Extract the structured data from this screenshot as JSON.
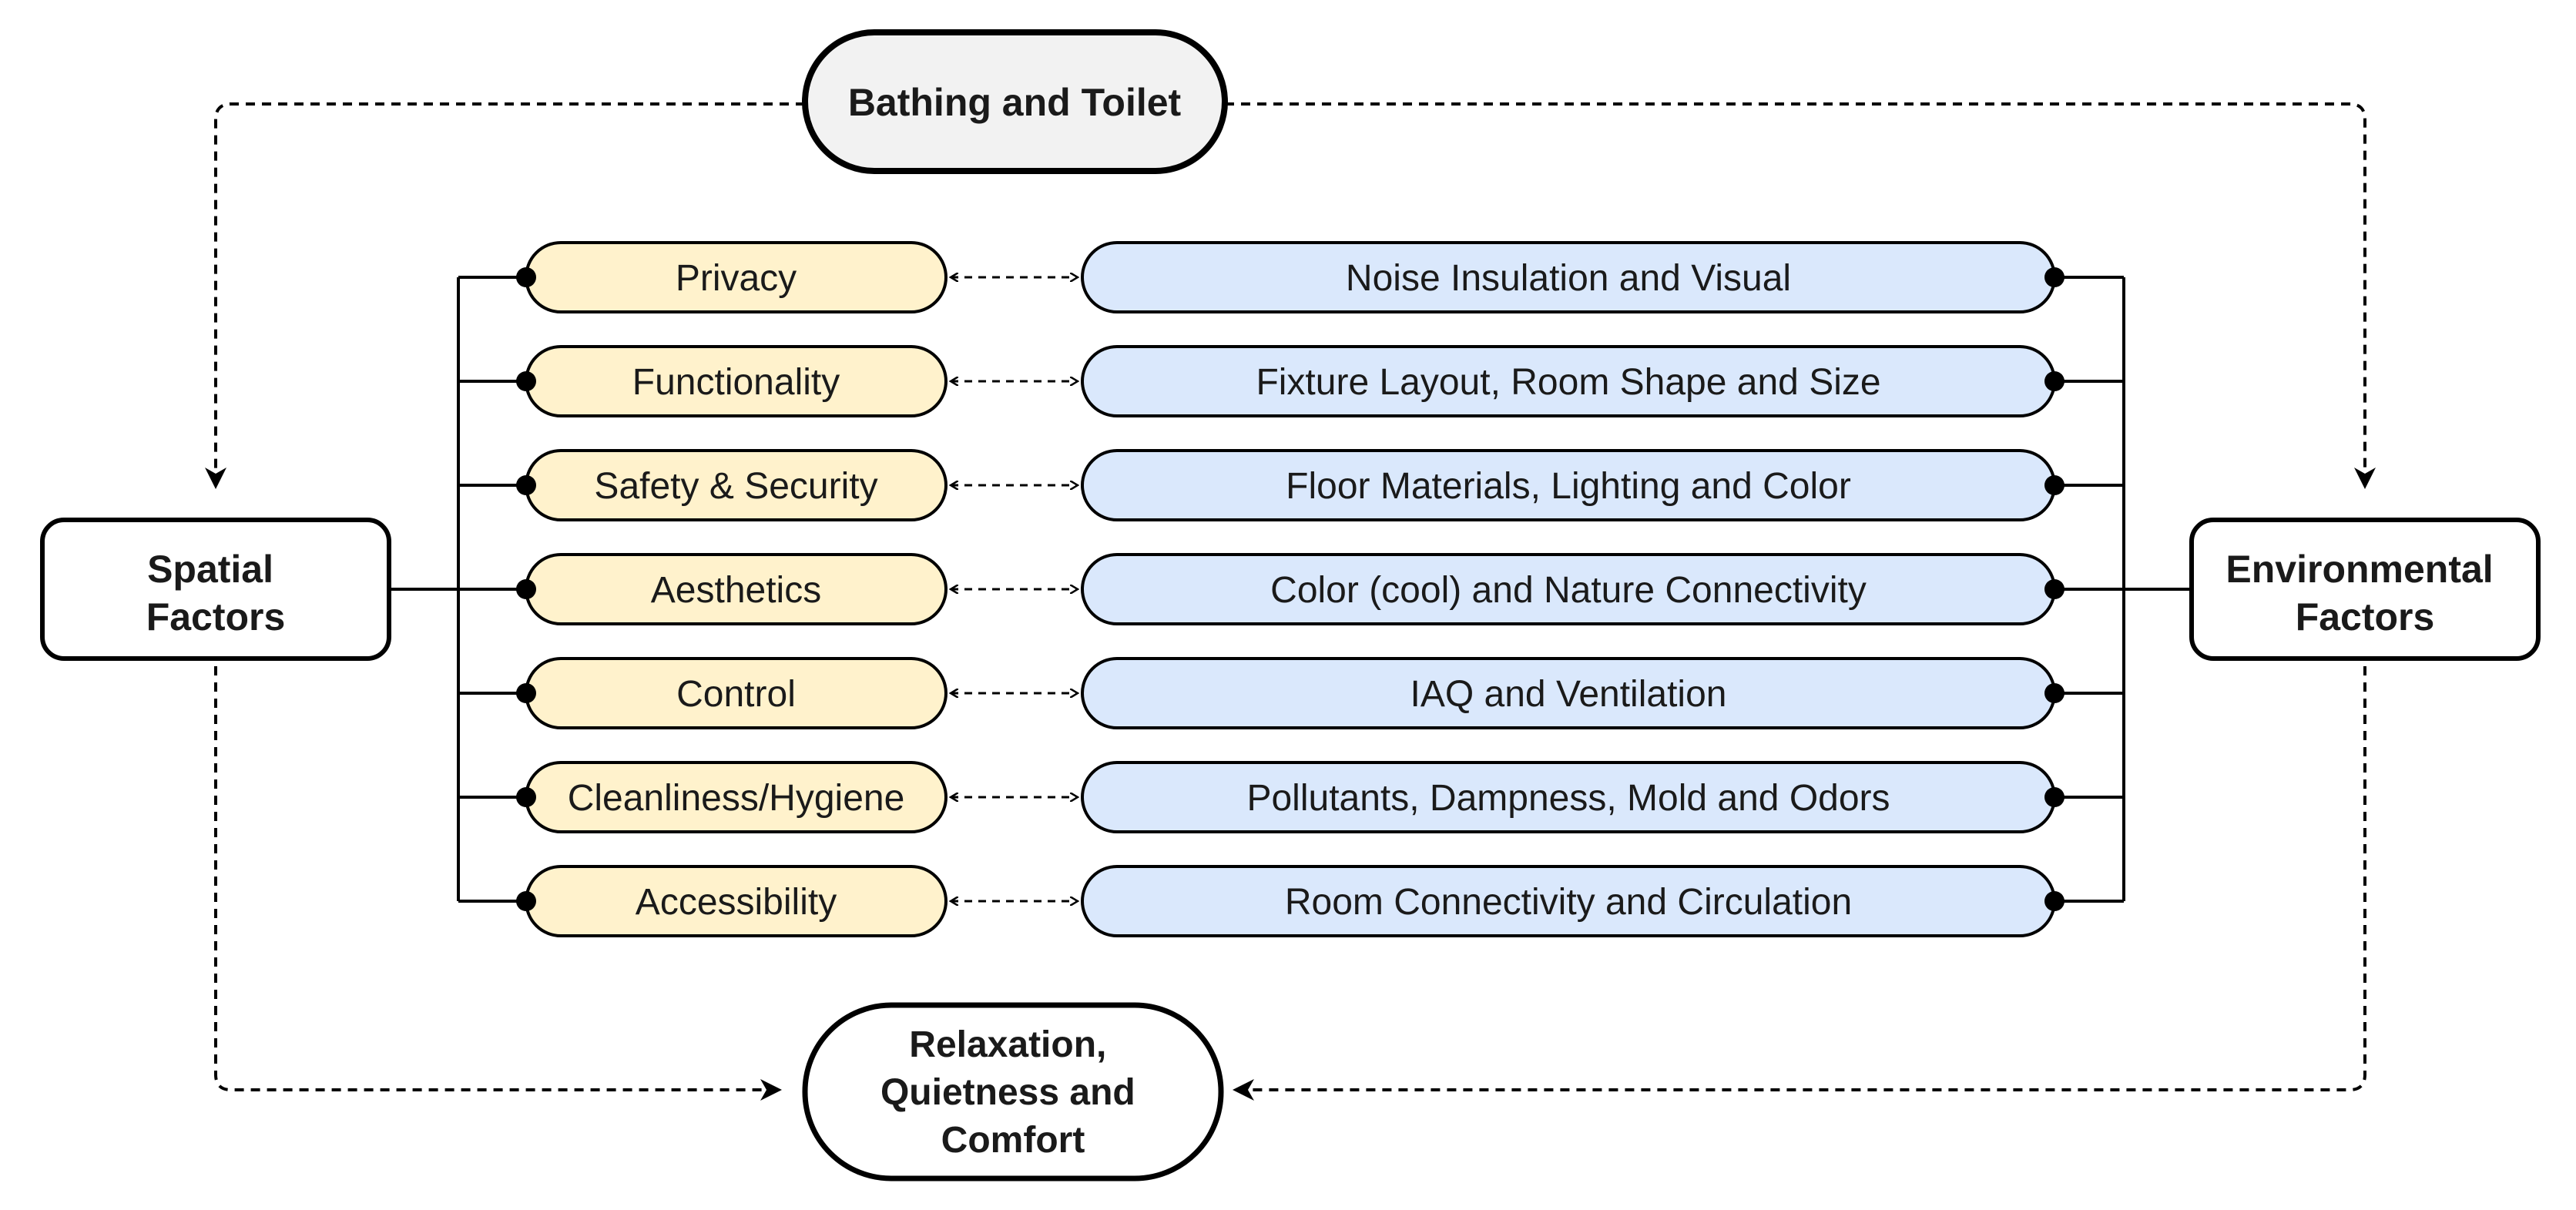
{
  "top_node": {
    "label": "Bathing and Toilet"
  },
  "left_node": {
    "lines": [
      "Spatial",
      "Factors"
    ]
  },
  "right_node": {
    "lines": [
      "Environmental",
      "Factors"
    ]
  },
  "bottom_node": {
    "lines": [
      "Relaxation,",
      "Quietness and",
      "Comfort"
    ]
  },
  "rows": [
    {
      "spatial": "Privacy",
      "environmental": "Noise Insulation and Visual"
    },
    {
      "spatial": "Functionality",
      "environmental": "Fixture Layout, Room Shape and Size"
    },
    {
      "spatial": "Safety & Security",
      "environmental": "Floor Materials, Lighting and Color"
    },
    {
      "spatial": "Aesthetics",
      "environmental": "Color (cool) and Nature Connectivity"
    },
    {
      "spatial": "Control",
      "environmental": "IAQ and Ventilation"
    },
    {
      "spatial": "Cleanliness/Hygiene",
      "environmental": "Pollutants, Dampness, Mold and Odors"
    },
    {
      "spatial": "Accessibility",
      "environmental": "Room Connectivity and Circulation"
    }
  ],
  "colors": {
    "spatial_fill": "#fff2cc",
    "environmental_fill": "#dae8fc",
    "top_fill": "#f2f2f2",
    "stroke": "#000000"
  }
}
